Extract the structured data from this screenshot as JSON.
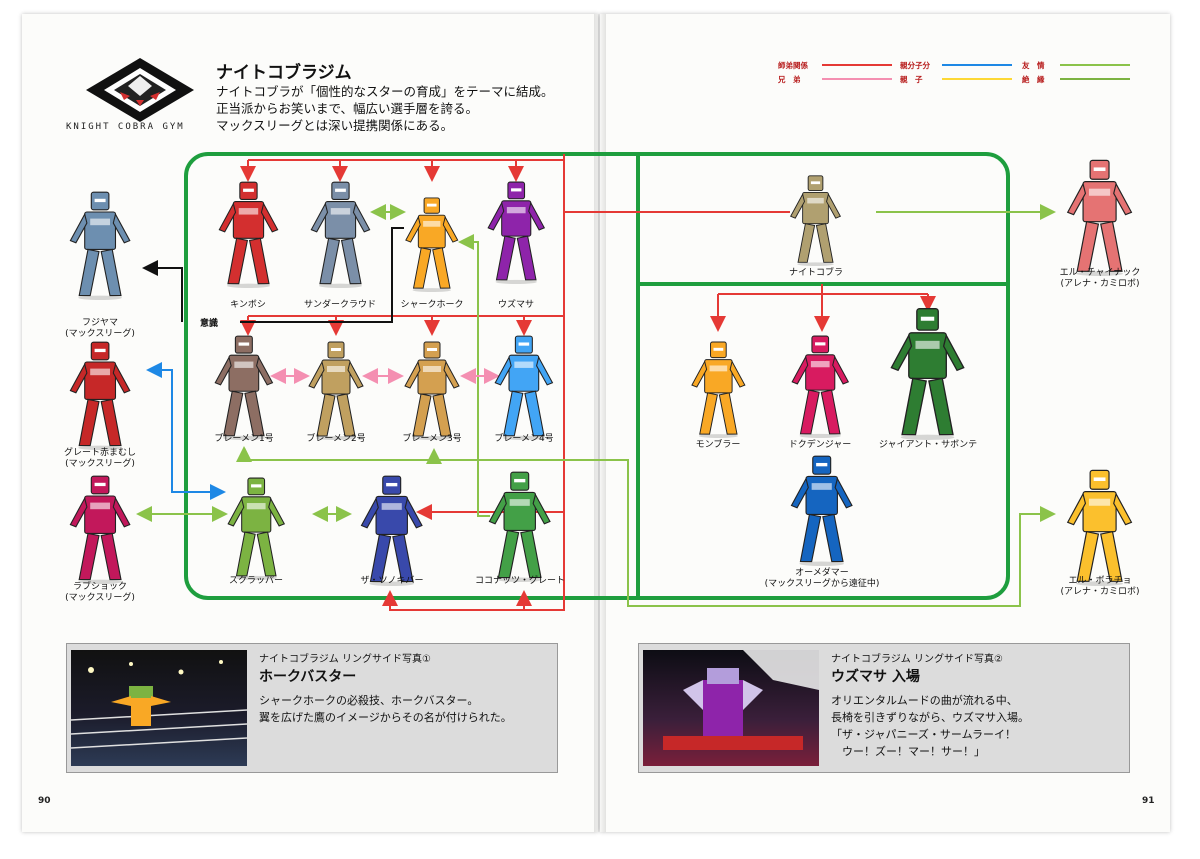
{
  "header": {
    "title": "ナイトコブラジム",
    "intro": [
      "ナイトコブラが「個性的なスターの育成」をテーマに結成。",
      "正当派からお笑いまで、幅広い選手層を誇る。",
      "マックスリーグとは深い提携関係にある。"
    ],
    "gym_name": "KNIGHT COBRA GYM"
  },
  "legend": [
    {
      "label": "師弟関係",
      "color": "#e53935"
    },
    {
      "label": "親分子分",
      "color": "#1e88e5"
    },
    {
      "label": "友　情",
      "color": "#8bc34a"
    },
    {
      "label": "兄　弟",
      "color": "#f48fb1"
    },
    {
      "label": "親　子",
      "color": "#fdd835"
    },
    {
      "label": "絶　縁",
      "color": "#7cb342"
    }
  ],
  "characters": {
    "fujiyama": {
      "name": "フジヤマ",
      "sub": "(マックスリーグ)",
      "color": "#6d8fb0"
    },
    "great_akamamushi": {
      "name": "グレート赤まむし",
      "sub": "(マックスリーグ)",
      "color": "#c62828"
    },
    "love_shock": {
      "name": "ラブショック",
      "sub": "(マックスリーグ)",
      "color": "#c2185b"
    },
    "kinboshi": {
      "name": "キンボシ",
      "color": "#d32f2f"
    },
    "thunder_cloud": {
      "name": "サンダークラウド",
      "color": "#7b8fa8"
    },
    "shark_hawk": {
      "name": "シャークホーク",
      "color": "#f9a825"
    },
    "uzumasa": {
      "name": "ウズマサ",
      "color": "#8e24aa"
    },
    "bremen1": {
      "name": "ブレーメン1号",
      "color": "#8d6e63"
    },
    "bremen2": {
      "name": "ブレーメン2号",
      "color": "#c0a060"
    },
    "bremen3": {
      "name": "ブレーメン3号",
      "color": "#d4a050"
    },
    "bremen4": {
      "name": "ブレーメン4号",
      "color": "#42a5f5"
    },
    "scrapper": {
      "name": "スクラッパー",
      "color": "#7cb342"
    },
    "the_tsunokiber": {
      "name": "ザ・ツノキバー",
      "color": "#3949ab"
    },
    "coconut_great": {
      "name": "ココナッツ・グレート",
      "color": "#43a047"
    },
    "knight_cobra": {
      "name": "ナイトコブラ",
      "color": "#b0a070"
    },
    "monbura": {
      "name": "モンブラー",
      "color": "#f9a825"
    },
    "dokudenja": {
      "name": "ドクデンジャー",
      "color": "#d81b60"
    },
    "giant_saboten": {
      "name": "ジャイアント・サボンテ",
      "color": "#2e7d32"
    },
    "omedama": {
      "name": "オーメダマー",
      "sub": "(マックスリーグから遠征中)",
      "color": "#1565c0"
    },
    "el_chainack": {
      "name": "エル・チャイナック",
      "sub": "(アレナ・カミロボ)",
      "color": "#e57373"
    },
    "el_borracho": {
      "name": "エル・ボラチョ",
      "sub": "(アレナ・カミロボ)",
      "color": "#fbc02d"
    }
  },
  "annotations": {
    "ishiki": "意識"
  },
  "captions": [
    {
      "sub": "ナイトコブラジム リングサイド写真①",
      "title": "ホークバスター",
      "lines": [
        "シャークホークの必殺技、ホークバスター。",
        "翼を広げた鷹のイメージからその名が付けられた。"
      ]
    },
    {
      "sub": "ナイトコブラジム リングサイド写真②",
      "title": "ウズマサ 入場",
      "lines": [
        "オリエンタルムードの曲が流れる中、",
        "長椅を引きずりながら、ウズマサ入場。",
        "「ザ・ジャパニーズ・サームラーイ！",
        "　ウー！ズー！マー！サー！」"
      ]
    }
  ],
  "page_numbers": {
    "left": "90",
    "right": "91"
  }
}
